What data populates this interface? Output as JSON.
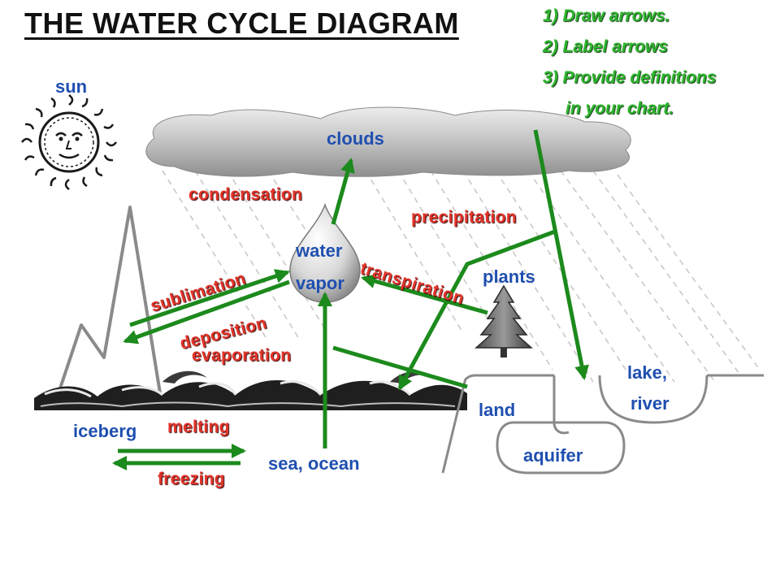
{
  "title": "THE WATER CYCLE DIAGRAM",
  "instructions": [
    "1) Draw arrows.",
    "2) Label arrows",
    "3) Provide definitions",
    "in your chart."
  ],
  "places": {
    "sun": "sun",
    "clouds": "clouds",
    "water_vapor": [
      "water",
      "vapor"
    ],
    "plants": "plants",
    "lake_river": [
      "lake,",
      "river"
    ],
    "land": "land",
    "aquifer": "aquifer",
    "iceberg": "iceberg",
    "sea_ocean": "sea, ocean"
  },
  "processes": {
    "condensation": "condensation",
    "precipitation": "precipitation",
    "sublimation": "sublimation",
    "transpiration": "transpiration",
    "deposition": "deposition",
    "evaporation": "evaporation",
    "melting": "melting",
    "freezing": "freezing"
  },
  "colors": {
    "arrow": "#1c8a1c",
    "process_label": "#e3342a",
    "place_label": "#1f4fb0",
    "instruction": "#2db52d"
  },
  "icons": [
    "sun-icon",
    "cloud-icon",
    "raindrop-icon",
    "pine-tree-icon",
    "wave-icon",
    "mountain-icon"
  ]
}
